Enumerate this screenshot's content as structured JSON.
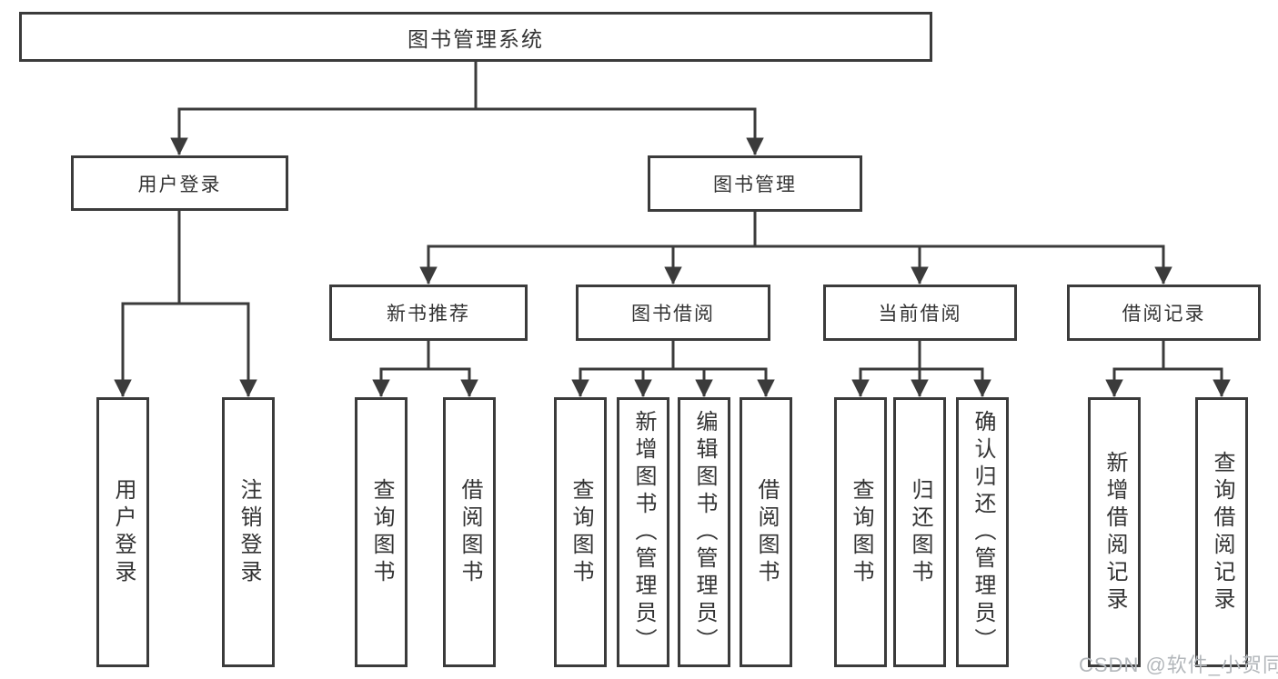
{
  "title": {
    "label": "图书管理系统"
  },
  "level2": [
    {
      "label": "用户登录"
    },
    {
      "label": "图书管理"
    }
  ],
  "login_leaves": [
    {
      "label": "用户登录"
    },
    {
      "label": "注销登录"
    }
  ],
  "sections": [
    {
      "label": "新书推荐",
      "leaves": [
        {
          "label": "查询图书"
        },
        {
          "label": "借阅图书"
        }
      ]
    },
    {
      "label": "图书借阅",
      "leaves": [
        {
          "label": "查询图书"
        },
        {
          "label": "新增图书（管理员）"
        },
        {
          "label": "编辑图书（管理员）"
        },
        {
          "label": "借阅图书"
        }
      ]
    },
    {
      "label": "当前借阅",
      "leaves": [
        {
          "label": "查询图书"
        },
        {
          "label": "归还图书"
        },
        {
          "label": "确认归还（管理员）"
        }
      ]
    },
    {
      "label": "借阅记录",
      "leaves": [
        {
          "label": "新增借阅记录"
        },
        {
          "label": "查询借阅记录"
        }
      ]
    }
  ],
  "watermark": {
    "text": "CSDN @软件_小贺同学"
  },
  "colors": {
    "line": "#3b3b3b",
    "text": "#333333",
    "watermark": "#b3b7bb",
    "background": "#ffffff"
  }
}
